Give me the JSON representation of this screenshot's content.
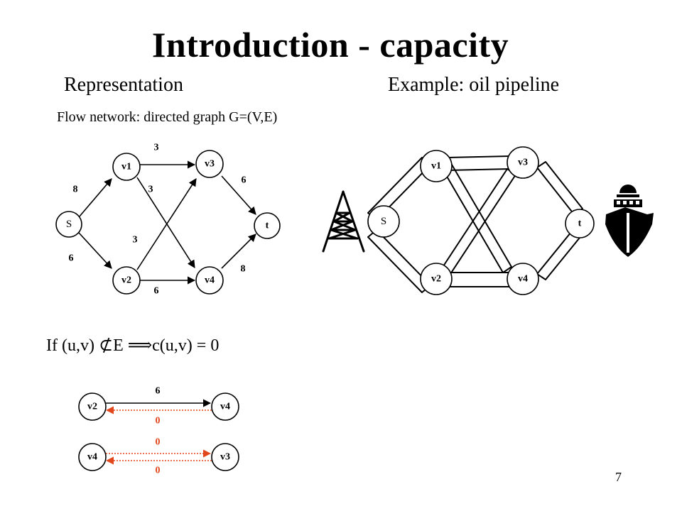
{
  "slide": {
    "title": "Introduction - capacity",
    "left_heading": "Representation",
    "right_heading": "Example: oil pipeline",
    "caption": "Flow network: directed graph G=(V,E)",
    "rule": {
      "part1": "If (u,v) ",
      "not_subset_symbol": "⊄",
      "part2": " E ",
      "implies_symbol": "⟹",
      "part3": " c(u,v) = 0"
    },
    "page_number": "7"
  },
  "flow_network": {
    "nodes": {
      "s": "S",
      "v1": "v1",
      "v2": "v2",
      "v3": "v3",
      "v4": "v4",
      "t": "t"
    },
    "edges": {
      "s_v1": "8",
      "s_v2": "6",
      "v1_v3": "3",
      "v1_v4": "3",
      "v2_v3": "3",
      "v2_v4": "6",
      "v3_t": "6",
      "v4_t": "8"
    }
  },
  "pipeline": {
    "nodes": {
      "s": "S",
      "v1": "v1",
      "v2": "v2",
      "v3": "v3",
      "v4": "v4",
      "t": "t"
    },
    "icons": {
      "left": "oil-derrick-icon",
      "right": "tanker-ship-icon"
    }
  },
  "reverse_examples": {
    "pair1": {
      "left": "v2",
      "right": "v4",
      "forward_capacity": "6",
      "reverse_capacity": "0"
    },
    "pair2": {
      "left": "v4",
      "right": "v3",
      "top_capacity": "0",
      "bottom_capacity": "0"
    },
    "colors": {
      "reverse_edge": "#e2461c"
    }
  }
}
